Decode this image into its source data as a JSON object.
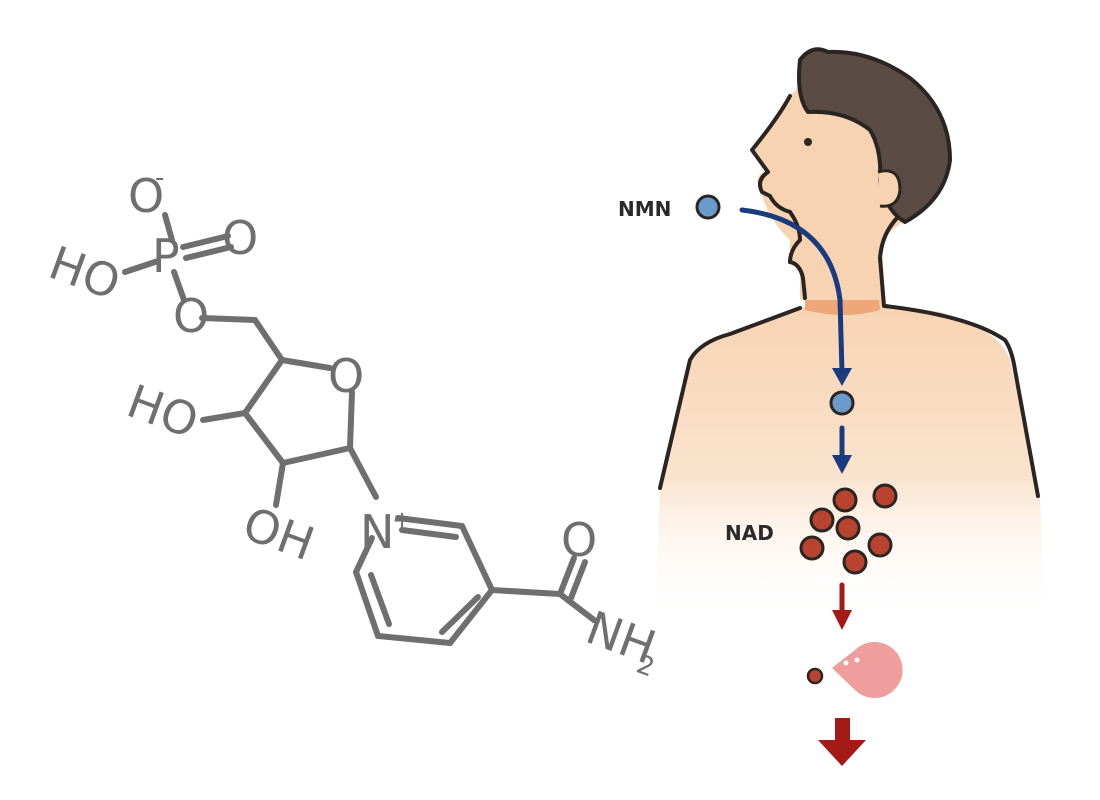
{
  "structure": {
    "atoms": {
      "o_minus": "O",
      "o_minus_charge": "-",
      "phosphorus": "P",
      "o_double": "O",
      "ho_phosphate": "HO",
      "o_ester": "O",
      "o_ring": "O",
      "ho_ring_left": "HO",
      "oh_ring_bottom": "OH",
      "n_pyridinium": "N",
      "n_charge": "+",
      "o_amide": "O",
      "nh2_amide": "NH",
      "nh2_sub": "2"
    }
  },
  "illustration": {
    "label_nmn": "NMN",
    "label_nad": "NAD"
  },
  "colors": {
    "bond": "#6f6f6f",
    "skin": "#f7d3b2",
    "neck": "#eea779",
    "hair": "#5a4b45",
    "outline": "#2a2422",
    "nmn_molecule": "#6b9bcb",
    "nad_molecule": "#b8432e",
    "arrow_blue": "#1a3b80",
    "arrow_red": "#a41a17",
    "enzyme": "#ef9d9d"
  }
}
